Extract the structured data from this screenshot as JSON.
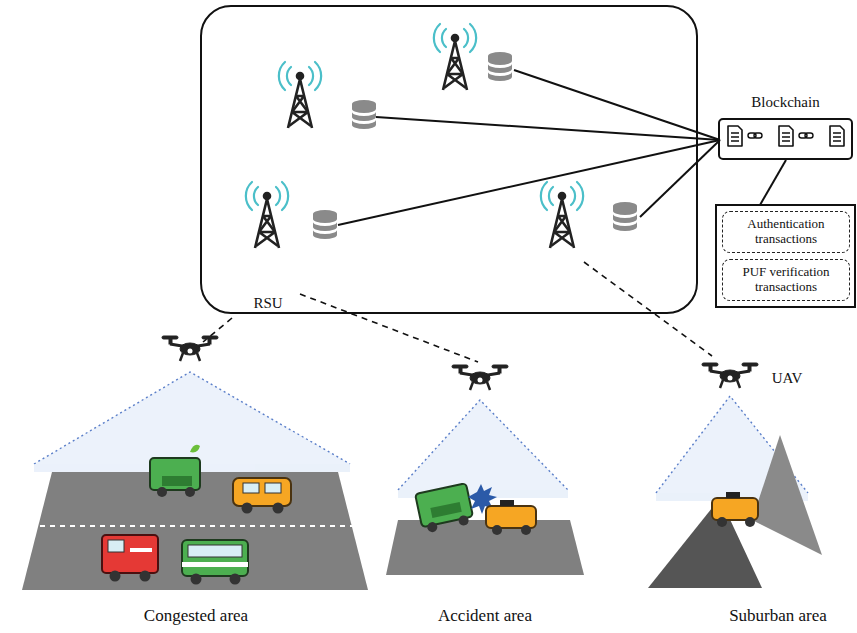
{
  "diagram": {
    "nodes": [
      {
        "text": [
          "Blockchain"
        ]
      },
      {
        "text": [
          "Authentication transactions"
        ]
      },
      {
        "text": [
          "PUF verification transactions"
        ]
      }
    ],
    "labels": [
      "RSU",
      "UAV",
      "Congested area",
      "Accident area",
      "Suburban area"
    ]
  }
}
